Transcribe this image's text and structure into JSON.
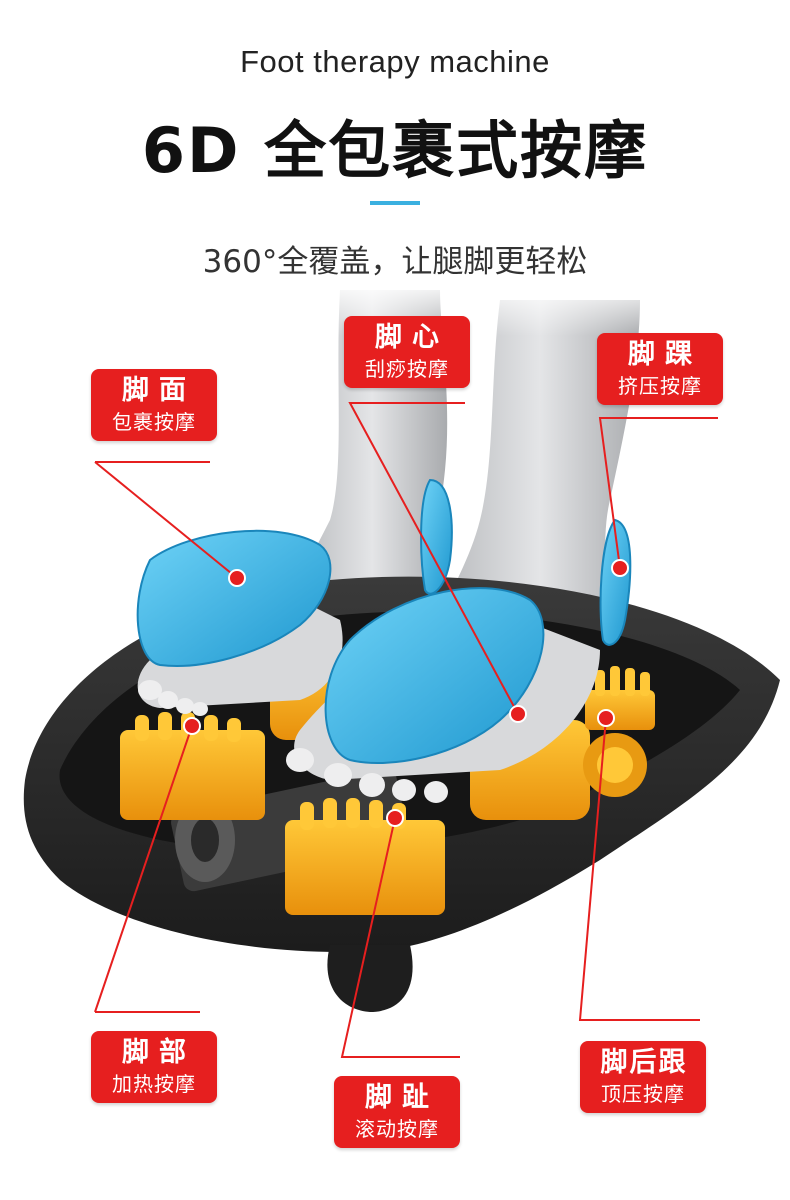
{
  "header": {
    "subtitle_en": "Foot therapy machine",
    "headline": "6D 全包裹式按摩",
    "tagline": "360°全覆盖，让腿脚更轻松"
  },
  "callouts": {
    "instep": {
      "title": "脚面",
      "desc": "包裹按摩"
    },
    "sole": {
      "title": "脚心",
      "desc": "刮痧按摩"
    },
    "ankle": {
      "title": "脚踝",
      "desc": "挤压按摩"
    },
    "foot": {
      "title": "脚部",
      "desc": "加热按摩"
    },
    "toe": {
      "title": "脚趾",
      "desc": "滚动按摩"
    },
    "heel": {
      "title": "脚后跟",
      "desc": "顶压按摩"
    }
  },
  "colors": {
    "accent_red": "#e61f1f",
    "accent_blue": "#3ab0e0",
    "pad_blue": "#2fb4e8",
    "roller_orange": "#f5a918",
    "basin_black": "#2a2a2a",
    "leg_grey": "#c9cbce"
  }
}
